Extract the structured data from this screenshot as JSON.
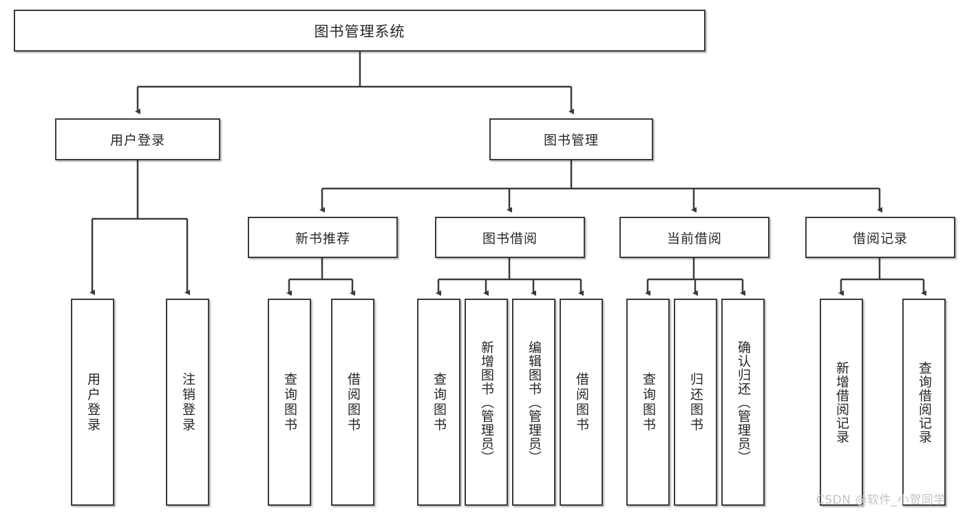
{
  "diagram": {
    "title": "图书管理系统",
    "type": "hierarchy-tree",
    "root": {
      "id": "root",
      "label": "图书管理系统"
    },
    "level1": [
      {
        "id": "user-login",
        "label": "用户登录"
      },
      {
        "id": "book-manage",
        "label": "图书管理"
      }
    ],
    "level2": [
      {
        "id": "new-book-rec",
        "label": "新书推荐",
        "parent": "book-manage"
      },
      {
        "id": "book-borrow",
        "label": "图书借阅",
        "parent": "book-manage"
      },
      {
        "id": "current-borrow",
        "label": "当前借阅",
        "parent": "book-manage"
      },
      {
        "id": "borrow-record",
        "label": "借阅记录",
        "parent": "book-manage"
      }
    ],
    "leaves": [
      {
        "id": "leaf-user-login",
        "label": "用户登录",
        "parent": "user-login"
      },
      {
        "id": "leaf-user-logout",
        "label": "注销登录",
        "parent": "user-login"
      },
      {
        "id": "leaf-rec-query-book",
        "label": "查询图书",
        "parent": "new-book-rec"
      },
      {
        "id": "leaf-rec-borrow-book",
        "label": "借阅图书",
        "parent": "new-book-rec"
      },
      {
        "id": "leaf-borrow-query-book",
        "label": "查询图书",
        "parent": "book-borrow"
      },
      {
        "id": "leaf-borrow-add-book",
        "label": "新增图书（管理员）",
        "parent": "book-borrow"
      },
      {
        "id": "leaf-borrow-edit-book",
        "label": "编辑图书（管理员）",
        "parent": "book-borrow"
      },
      {
        "id": "leaf-borrow-borrow-book",
        "label": "借阅图书",
        "parent": "book-borrow"
      },
      {
        "id": "leaf-current-query-book",
        "label": "查询图书",
        "parent": "current-borrow"
      },
      {
        "id": "leaf-current-return-book",
        "label": "归还图书",
        "parent": "current-borrow"
      },
      {
        "id": "leaf-current-confirm-return",
        "label": "确认归还（管理员）",
        "parent": "current-borrow"
      },
      {
        "id": "leaf-record-add",
        "label": "新增借阅记录",
        "parent": "borrow-record"
      },
      {
        "id": "leaf-record-query",
        "label": "查询借阅记录",
        "parent": "borrow-record"
      }
    ],
    "watermark": "CSDN @软件_小贺同学",
    "colors": {
      "border": "#3a3a3a",
      "text": "#262626",
      "background": "#ffffff",
      "watermark": "#c2c2c2"
    }
  }
}
